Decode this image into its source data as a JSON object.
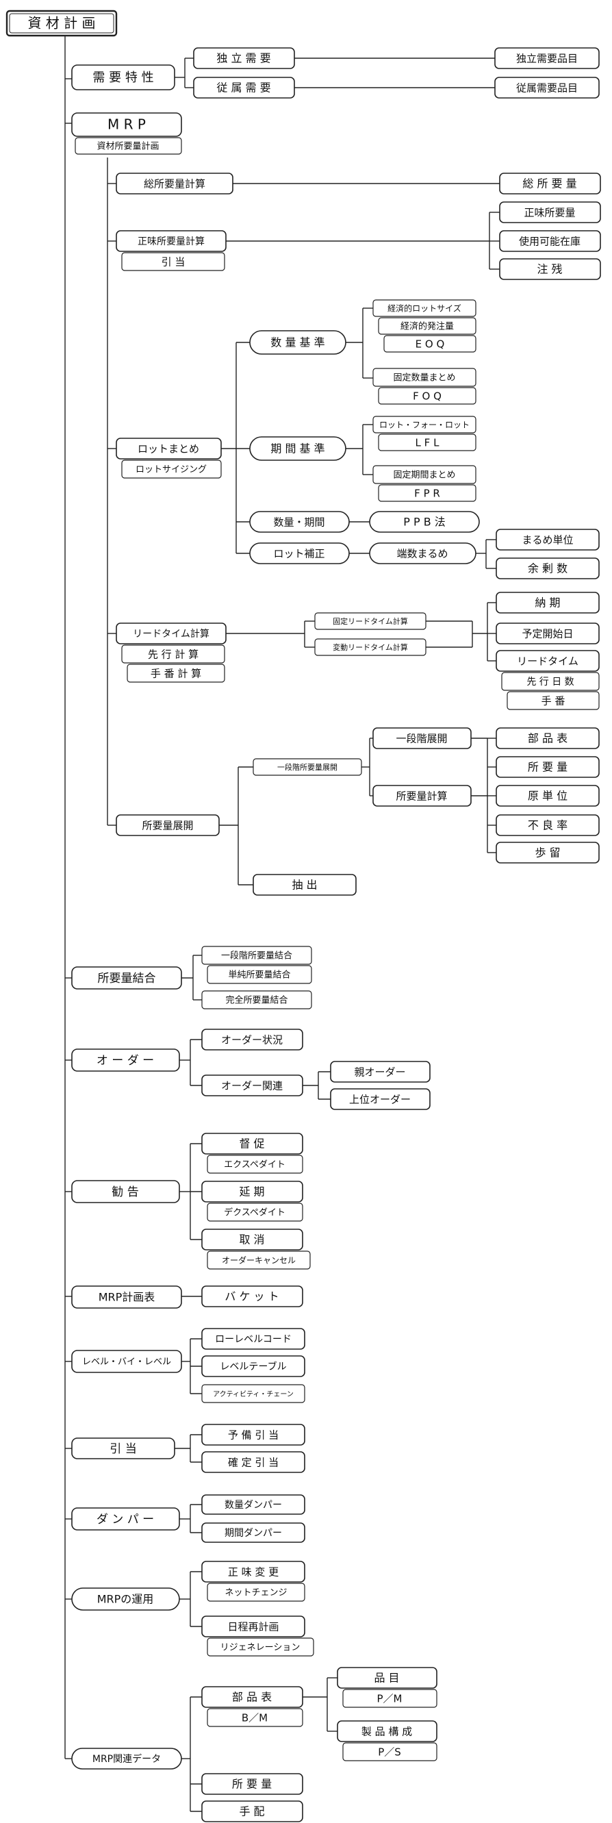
{
  "diagram": {
    "root": "資 材 計 画",
    "demand": {
      "label": "需 要 特 性",
      "independent": "独 立 需 要",
      "dependent": "従 属 需 要",
      "independent_item": "独立需要品目",
      "dependent_item": "従属需要品目"
    },
    "mrp": {
      "label": "M R P",
      "sub": "資材所要量計画",
      "gross": "総所要量計算",
      "gross_result": "総 所 要 量",
      "net": "正味所要量計算",
      "net_sub": "引 当",
      "net_required": "正味所要量",
      "available": "使用可能在庫",
      "note": "注 残",
      "lot": "ロットまとめ",
      "lot_sub": "ロットサイジング",
      "qty_basis": "数 量 基 準",
      "eoq_label": "経済的ロットサイズ",
      "eoq_sub": "経済的発注量",
      "eoq": "E O Q",
      "foq_label": "固定数量まとめ",
      "foq": "F O Q",
      "period_basis": "期 間 基 準",
      "lfl_label": "ロット・フォー・ロット",
      "lfl": "L F L",
      "fpr_label": "固定期間まとめ",
      "fpr": "F P R",
      "qty_period": "数量・期間",
      "ppb": "P P B 法",
      "lot_adjust": "ロット補正",
      "rounding": "端数まるめ",
      "round_unit": "まるめ単位",
      "surplus": "余 剰 数",
      "leadtime": "リードタイム計算",
      "leadtime_sub1": "先 行 計 算",
      "leadtime_sub2": "手 番 計 算",
      "fixed_lt": "固定リードタイム計算",
      "variable_lt": "変動リードタイム計算",
      "due": "納 期",
      "planned_start": "予定開始日",
      "lt": "リードタイム",
      "lt_sub1": "先 行 日 数",
      "lt_sub2": "手 番",
      "explosion": "所要量展開",
      "single_explosion": "一段階所要量展開",
      "single_level": "一段階展開",
      "req_calc": "所要量計算",
      "bom": "部 品 表",
      "req_qty": "所 要 量",
      "unit": "原 単 位",
      "defect": "不 良 率",
      "yield": "歩 留",
      "extract": "抽 出"
    },
    "combine": {
      "label": "所要量結合",
      "single": "一段階所要量結合",
      "simple": "単純所要量結合",
      "full": "完全所要量結合"
    },
    "order": {
      "label": "オ ー ダ ー",
      "status": "オーダー状況",
      "related": "オーダー関連",
      "parent": "親オーダー",
      "upper": "上位オーダー"
    },
    "advice": {
      "label": "勧 告",
      "expedite": "督 促",
      "expedite_sub": "エクスペダイト",
      "defer": "延 期",
      "defer_sub": "デクスペダイト",
      "cancel": "取 消",
      "cancel_sub": "オーダーキャンセル"
    },
    "mrp_table": {
      "label": "MRP計画表",
      "bucket": "バ ケ ッ ト"
    },
    "level": {
      "label": "レベル・バイ・レベル",
      "low_code": "ローレベルコード",
      "table": "レベルテーブル",
      "chain": "アクティビティ・チェーン"
    },
    "allocation": {
      "label": "引 当",
      "reserve": "予 備 引 当",
      "confirm": "確 定 引 当"
    },
    "damper": {
      "label": "ダ ン パ ー",
      "qty": "数量ダンパー",
      "period": "期間ダンパー"
    },
    "operation": {
      "label": "MRPの運用",
      "net_change": "正 味 変 更",
      "net_change_sub": "ネットチェンジ",
      "regen": "日程再計画",
      "regen_sub": "リジェネレーション"
    },
    "data": {
      "label": "MRP関連データ",
      "bom": "部 品 表",
      "bom_sub": "B／M",
      "item": "品 目",
      "item_sub": "P／M",
      "structure": "製 品 構 成",
      "structure_sub": "P／S",
      "req": "所 要 量",
      "arrange": "手 配"
    }
  }
}
